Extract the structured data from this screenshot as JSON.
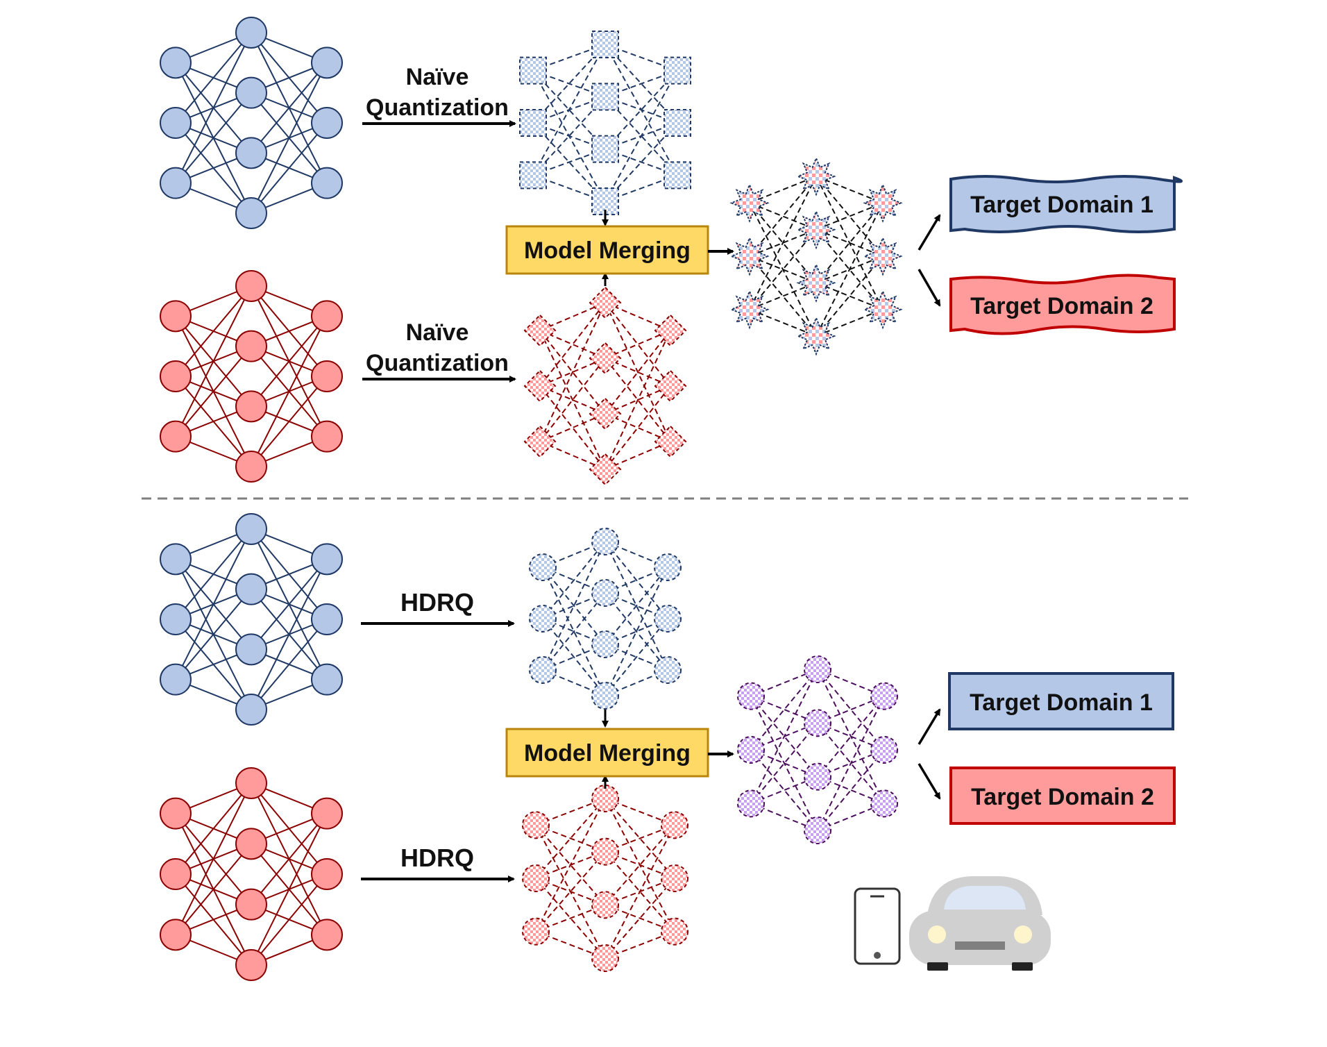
{
  "colors": {
    "blue_fill": "#b4c7e7",
    "blue_line": "#1f3864",
    "red_fill": "#ff9b9b",
    "red_line": "#8b0000",
    "purple_fill": "#c9a0f0",
    "purple_line": "#4b0d5c",
    "merge_fill": "#ffd966",
    "merge_stroke": "#b8860b",
    "divider": "#7f7f7f",
    "device_gray": "#d0d0d0"
  },
  "top": {
    "blue_arrow_label_1": "Naïve",
    "blue_arrow_label_2": "Quantization",
    "red_arrow_label_1": "Naïve",
    "red_arrow_label_2": "Quantization",
    "merge_label": "Model Merging",
    "target_1": "Target Domain 1",
    "target_2": "Target Domain 2"
  },
  "bottom": {
    "blue_arrow_label": "HDRQ",
    "red_arrow_label": "HDRQ",
    "merge_label": "Model Merging",
    "target_1": "Target Domain 1",
    "target_2": "Target Domain 2"
  },
  "icons": [
    "smartphone-icon",
    "car-icon"
  ]
}
